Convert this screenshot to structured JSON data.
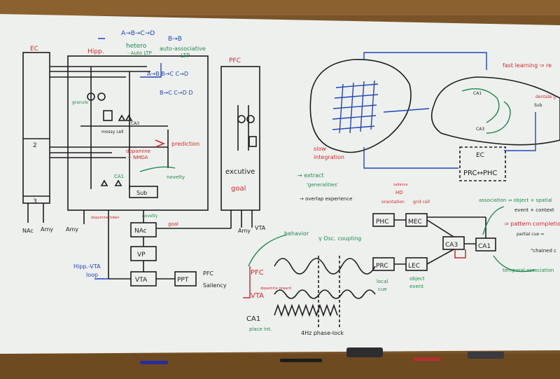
{
  "labels": {
    "ec": "EC",
    "hipp": "Hipp.",
    "pfc_box": "PFC",
    "ec_2": "2",
    "ec_3": "3",
    "nac_out": "NAc",
    "amy_out1": "Amy",
    "amy_out2": "Amy",
    "amy_out3": "Amy",
    "vta_in": "VTA",
    "hetero": "hetero",
    "hetero_sub": "- Auto LTP",
    "auto": "auto-associative",
    "ltp": "LTP",
    "chain_top": "A→B→C→D",
    "bb": "B→B",
    "seq1": "A→B   B→C   C→D",
    "seq2": "B→C   C→D   D",
    "granule": "granule",
    "ca3": "CA3",
    "mossy": "mossy cell",
    "prediction": "prediction",
    "dopamine": "dopamine",
    "nmda": "+ NMDA",
    "ca1": "CA1",
    "novelty": "novelty",
    "sub": "Sub",
    "novelty2": "novelty",
    "dopamine_token": "dopamine token",
    "excutive": "excutive",
    "goal": "goal",
    "nac": "NAc",
    "goal_arrow": "goal",
    "vp": "VP",
    "vta": "VTA",
    "ppt": "PPT",
    "ppt_pfc": "PFC",
    "ppt_sal": "Saliency",
    "hipp_vta": "Hipp.-VTA",
    "loop": "loop",
    "behavior": "behavior",
    "gamma": "γ Osc. coupling",
    "w_pfc": "PFC",
    "w_vta": "VTA",
    "w_ca1": "CA1",
    "dopamine_reward": "dopamine reward",
    "place_int": "place int.",
    "phase_lock": "4Hz phase-lock",
    "slow": "slow",
    "integration": "integration",
    "extract": "→ extract",
    "generalities": "'generalities'",
    "overlap": "→ overlap   experience",
    "ca1_r": "CA1",
    "ca3_r": "CA3",
    "sub_r": "Sub",
    "dentate": "dentate g",
    "fast_learning": "fast learning ⇒ re",
    "ec_r": "EC",
    "prc_phc": "PRC↔PHC",
    "salience": "salience",
    "hd": "HD",
    "orientation": "orientation",
    "grid": "grid cell",
    "phc_b": "PHC",
    "mec_b": "MEC",
    "ca3_b": "CA3",
    "ca1_b": "CA1",
    "prc_b": "PRC",
    "lec_b": "LEC",
    "local": "local",
    "cue": "cue",
    "object": "object",
    "event": "event",
    "association": "association ⇒ object + spatial",
    "event_context": "event + context",
    "pattern": "⇒ pattern completion",
    "partial": "partial cue ⇒",
    "chained": "\"chained c",
    "temporal": "temporal association"
  },
  "colors": {
    "board": "#f2f3f1",
    "ink": "#1d1d1d",
    "red": "#cc2a2a",
    "green": "#1f8a4c",
    "blue": "#2046b8",
    "frame": "#7a5428"
  }
}
